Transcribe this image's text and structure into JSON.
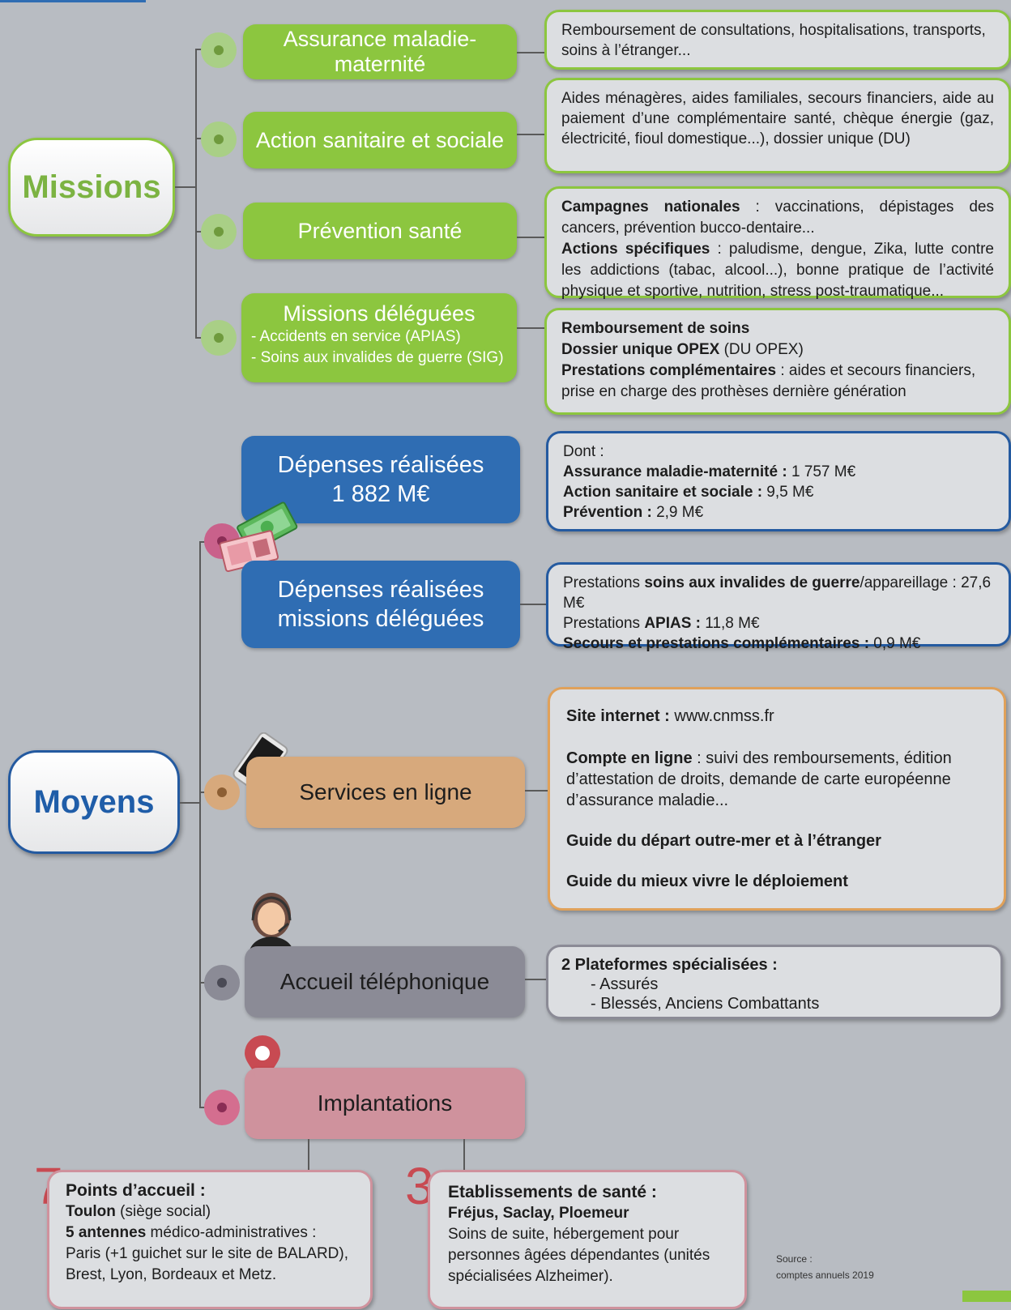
{
  "missions": {
    "title": "Missions",
    "branches": [
      {
        "label": "Assurance maladie-maternité",
        "detail": "Remboursement de consultations, hospitalisations, transports, soins à l’étranger..."
      },
      {
        "label": "Action sanitaire et sociale",
        "detail": "Aides ménagères, aides familiales, secours financiers, aide au paiement d’une complémentaire santé, chèque énergie (gaz, électricité, fioul domestique...), dossier unique (DU)"
      },
      {
        "label": "Prévention santé",
        "detail": [
          {
            "bold": "Campagnes nationales",
            "text": " : vaccinations, dépistages des cancers, prévention bucco-dentaire..."
          },
          {
            "bold": "Actions spécifiques",
            "text": " : paludisme, dengue, Zika, lutte contre les addictions (tabac, alcool...), bonne pratique de l’activité physique et sportive, nutrition, stress post-traumatique..."
          }
        ]
      },
      {
        "label": "Missions déléguées",
        "sub": [
          "- Accidents en service (APIAS)",
          "- Soins aux invalides de guerre (SIG)"
        ],
        "detail": [
          {
            "bold": "Remboursement de soins",
            "text": ""
          },
          {
            "bold": "Dossier unique OPEX",
            "text": " (DU OPEX)"
          },
          {
            "bold": "Prestations complémentaires",
            "text": " : aides et secours financiers, prise en charge des prothèses dernière génération"
          }
        ]
      }
    ]
  },
  "moyens": {
    "title": "Moyens",
    "depenses": {
      "label_line1": "Dépenses réalisées",
      "label_line2": "1 882 M€",
      "detail": {
        "intro": "Dont :",
        "rows": [
          {
            "bold": "Assurance maladie-maternité :",
            "text": " 1 757 M€"
          },
          {
            "bold": "Action sanitaire et sociale :",
            "text": " 9,5 M€"
          },
          {
            "bold": "Prévention :",
            "text": " 2,9 M€"
          }
        ]
      }
    },
    "depenses_deleguees": {
      "label_line1": "Dépenses réalisées",
      "label_line2": "missions déléguées",
      "detail": {
        "row1_pre": "Prestations ",
        "row1_bold": "soins aux invalides de guerre",
        "row1_post": "/appareillage : 27,6 M€",
        "row2_pre": "Prestations ",
        "row2_bold": "APIAS :",
        "row2_post": " 11,8 M€",
        "row3_bold": "Secours et prestations complémentaires :",
        "row3_post": " 0,9 M€"
      }
    },
    "services": {
      "label": "Services en ligne",
      "site_bold": "Site internet :",
      "site_text": " www.cnmss.fr",
      "compte_bold": "Compte en ligne",
      "compte_text": " : suivi des remboursements, édition d’attestation de droits, demande de carte européenne d’assurance maladie...",
      "guide1": "Guide du départ outre-mer et à l’étranger",
      "guide2": "Guide du mieux vivre le déploiement"
    },
    "accueil": {
      "label": "Accueil téléphonique",
      "title": "2 Plateformes spécialisées :",
      "items": [
        "- Assurés",
        "- Blessés, Anciens Combattants"
      ]
    },
    "implantations": {
      "label": "Implantations",
      "points": {
        "number": "7",
        "title": "Points d’accueil :",
        "l1_bold": "Toulon",
        "l1_text": " (siège social)",
        "l2_bold": "5 antennes",
        "l2_text": " médico-administratives :",
        "l3": "Paris (+1 guichet sur le site de BALARD), Brest, Lyon, Bordeaux et Metz."
      },
      "etablissements": {
        "number": "3",
        "title": "Etablissements de santé :",
        "l1_bold": "Fréjus, Saclay, Ploemeur",
        "l2": "Soins de suite, hébergement pour personnes âgées dépendantes (unités spécialisées Alzheimer)."
      }
    }
  },
  "source": {
    "line1": "Source :",
    "line2": "comptes annuels 2019"
  },
  "colors": {
    "green": "#8cc63f",
    "blue": "#2f6db3",
    "orange": "#d7a97c",
    "gray": "#8b8b96",
    "pink": "#cf929d"
  }
}
